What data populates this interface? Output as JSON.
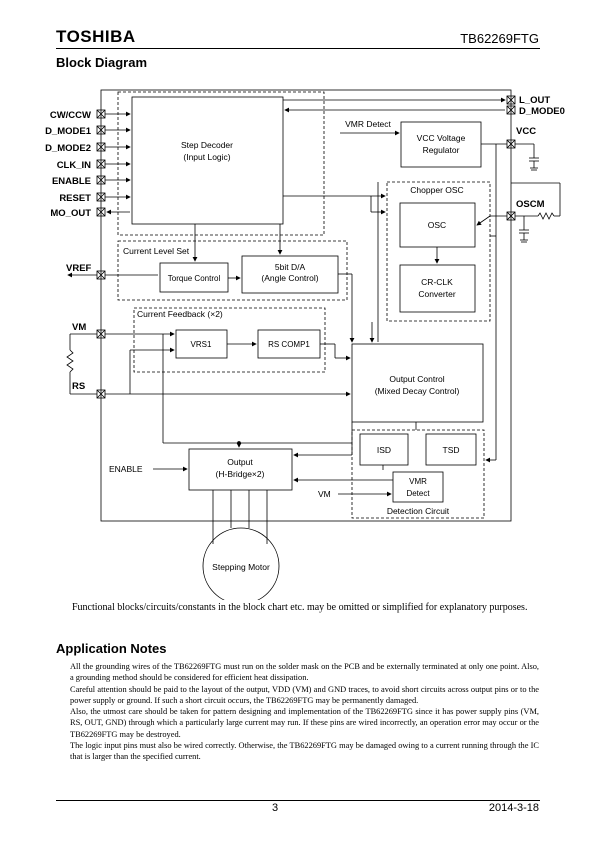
{
  "header": {
    "brand": "TOSHIBA",
    "part_number": "TB62269FTG"
  },
  "block_diagram": {
    "title": "Block Diagram",
    "pins_left": [
      "CW/CCW",
      "D_MODE1",
      "D_MODE2",
      "CLK_IN",
      "ENABLE",
      "RESET",
      "MO_OUT"
    ],
    "pins_right": [
      "L_OUT",
      "D_MODE0",
      "VCC",
      "OSCM"
    ],
    "vref": "VREF",
    "vm": "VM",
    "rs": "RS",
    "step_decoder": [
      "Step Decoder",
      "(Input Logic)"
    ],
    "vmr_detect_label": "VMR Detect",
    "vcc_regulator": [
      "VCC Voltage",
      "Regulator"
    ],
    "chopper_osc": "Chopper OSC",
    "osc": "OSC",
    "cr_clk": [
      "CR-CLK",
      "Converter"
    ],
    "current_level_set": "Current Level Set",
    "torque_control": "Torque Control",
    "dac": [
      "5bit D/A",
      "(Angle Control)"
    ],
    "current_feedback": "Current Feedback (×2)",
    "vrs1": "VRS1",
    "rs_comp1": "RS COMP1",
    "output_control": [
      "Output Control",
      "(Mixed Decay Control)"
    ],
    "isd": "ISD",
    "tsd": "TSD",
    "vmr_detect_box": [
      "VMR",
      "Detect"
    ],
    "detection_circuit": "Detection Circuit",
    "output_block": [
      "Output",
      "(H-Bridge×2)"
    ],
    "enable_bottom": "ENABLE",
    "vm_bottom": "VM",
    "stepping_motor": "Stepping Motor"
  },
  "caption": "Functional blocks/circuits/constants in the block chart etc. may be omitted or simplified for explanatory purposes.",
  "application_notes": {
    "title": "Application Notes",
    "paragraphs": [
      "All the grounding wires of the TB62269FTG must run on the solder mask on the PCB and be externally terminated at only one point. Also, a grounding method should be considered for efficient heat dissipation.",
      "Careful attention should be paid to the layout of the output, VDD (VM) and GND traces, to avoid short circuits across output pins or to the power supply or ground. If such a short circuit occurs, the TB62269FTG may be permanently damaged.",
      "Also, the utmost care should be taken for pattern designing and implementation of the TB62269FTG since it has power supply pins (VM, RS, OUT, GND) through which a particularly large current may run. If these pins are wired incorrectly, an operation error may occur or the TB62269FTG may be destroyed.",
      "The logic input pins must also be wired correctly. Otherwise, the TB62269FTG may be damaged owing to a current running through the IC that is larger than the specified current."
    ]
  },
  "footer": {
    "page": "3",
    "date": "2014-3-18"
  }
}
